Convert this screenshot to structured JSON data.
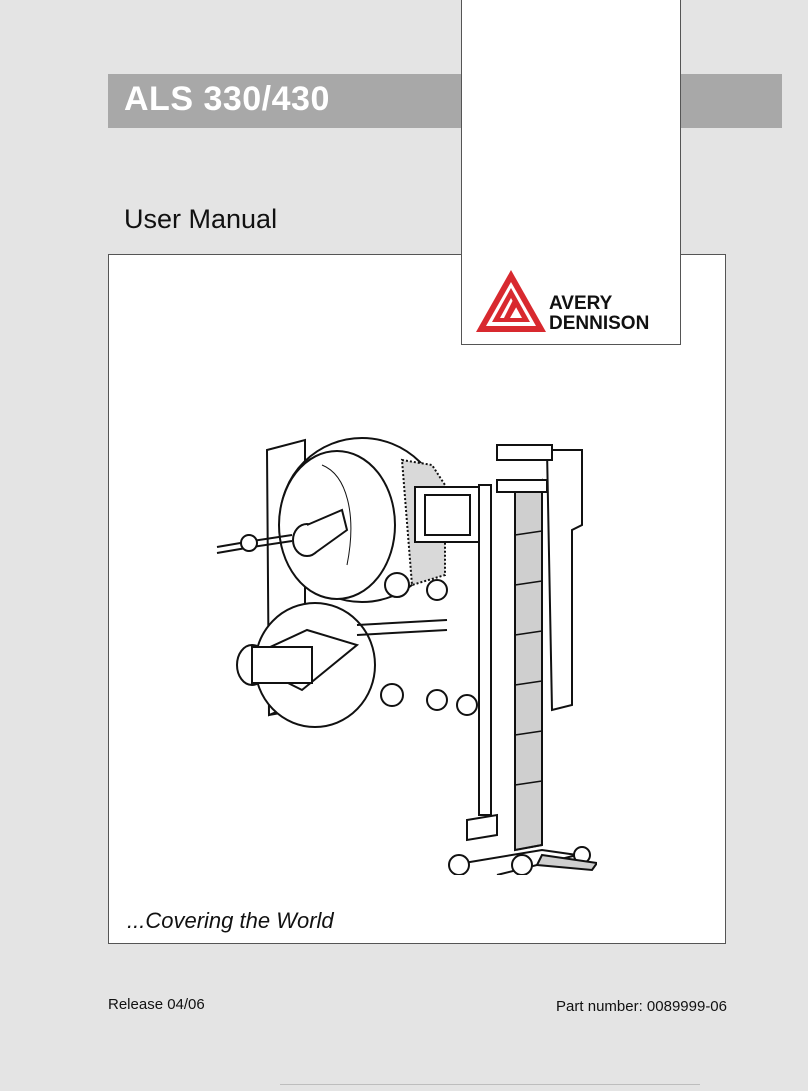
{
  "header": {
    "product_title": "ALS 330/430"
  },
  "document": {
    "subtitle": "User Manual"
  },
  "brand": {
    "name_line1": "AVERY",
    "name_line2": "DENNISON",
    "logo_color": "#d8292f",
    "logo_icon": "avery-dennison-triangle-logo-icon"
  },
  "illustration": {
    "subject": "labeling-machine-line-drawing"
  },
  "footer": {
    "tagline": "...Covering the World",
    "release": "Release 04/06",
    "part_number": "Part number: 0089999-06"
  },
  "colors": {
    "page_background": "#e4e4e4",
    "title_band": "#a8a8a8",
    "title_text": "#ffffff"
  }
}
